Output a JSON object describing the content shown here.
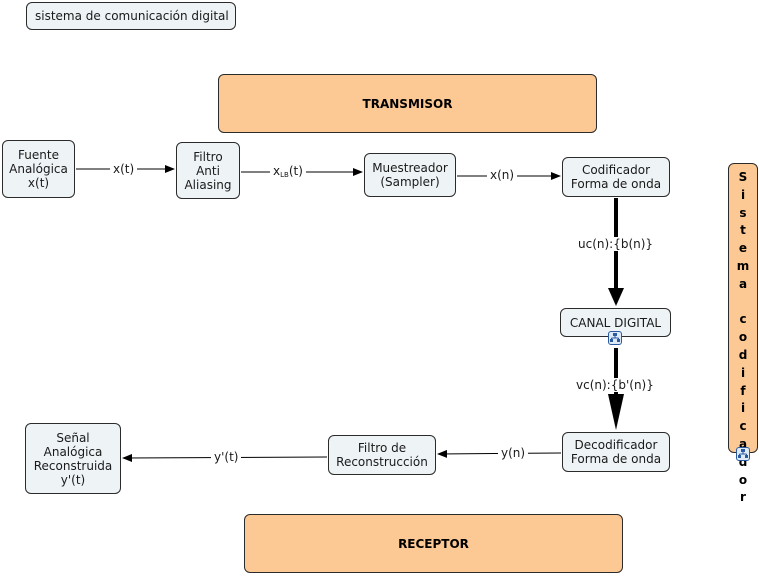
{
  "title": "sistema de comunicación digital",
  "bands": {
    "transmitter": "TRANSMISOR",
    "receiver": "RECEPTOR"
  },
  "side_label": "Sistema codificador",
  "nodes": {
    "analog_source": "Fuente\nAnalógica\nx(t)",
    "anti_aliasing": "Filtro\nAnti\nAliasing",
    "sampler": "Muestreador\n(Sampler)",
    "waveform_encoder": "Codificador\nForma de onda",
    "digital_channel": "CANAL DIGITAL",
    "waveform_decoder": "Decodificador\nForma de onda",
    "reconstruction_filter": "Filtro de\nReconstrucción",
    "reconstructed_signal": "Señal\nAnalógica\nReconstruida\ny'(t)"
  },
  "links": {
    "xt": "x(t)",
    "xlb_main": "x",
    "xlb_sub": "LB",
    "xlb_end": "(t)",
    "xn": "x(n)",
    "ucn": "uc(n):{b(n)}",
    "vcn": "vc(n):{b'(n)}",
    "yn": "y(n)",
    "ypt": "y'(t)"
  },
  "icons": [
    "concept-map-icon",
    "concept-map-icon"
  ]
}
